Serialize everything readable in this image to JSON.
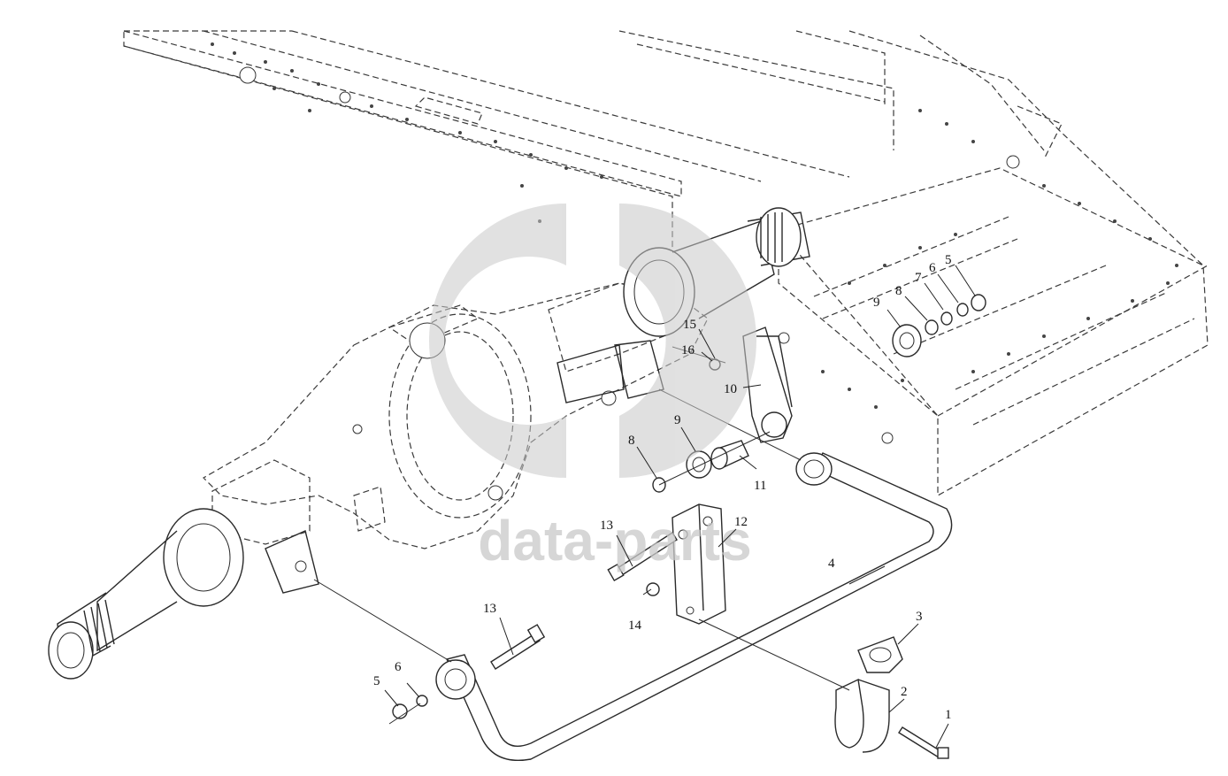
{
  "watermark": {
    "text": "data-parts",
    "color": "#c8c8c8"
  },
  "corner_mark": "",
  "callouts": {
    "c1": "1",
    "c2": "2",
    "c3": "3",
    "c4": "4",
    "c5a": "5",
    "c5b": "5",
    "c6a": "6",
    "c6b": "6",
    "c7": "7",
    "c8a": "8",
    "c8b": "8",
    "c9a": "9",
    "c9b": "9",
    "c10": "10",
    "c11": "11",
    "c12": "12",
    "c13a": "13",
    "c13b": "13",
    "c14": "14",
    "c15": "15",
    "c16": "16"
  }
}
